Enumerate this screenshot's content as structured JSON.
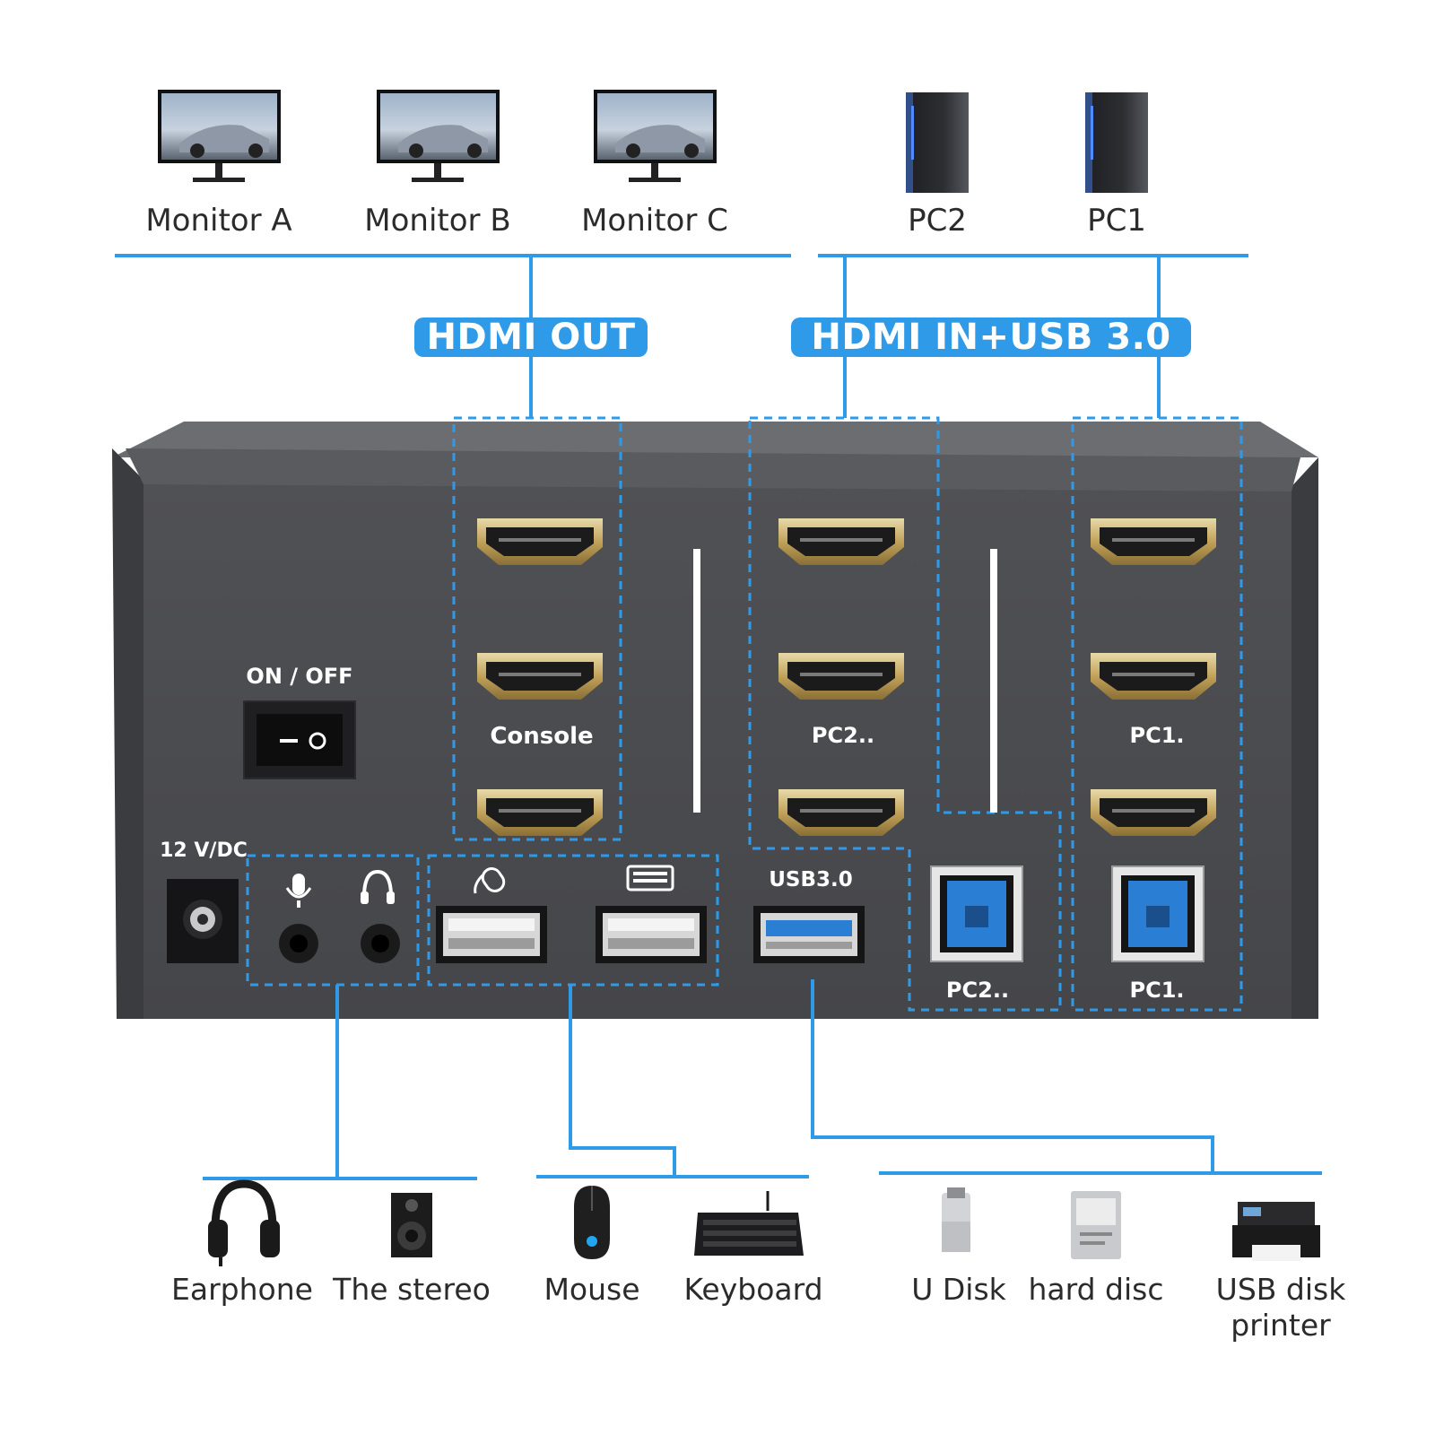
{
  "colors": {
    "accent": "#2f9be8",
    "panel": "#4a4b4f",
    "panel_dark": "#3c3d41",
    "port_blue": "#2a7fd4",
    "gold": "#c9a85a"
  },
  "top_devices": [
    {
      "label": "Monitor A",
      "icon": "monitor-icon"
    },
    {
      "label": "Monitor B",
      "icon": "monitor-icon"
    },
    {
      "label": "Monitor C",
      "icon": "monitor-icon"
    },
    {
      "label": "PC2",
      "icon": "pc-tower-icon"
    },
    {
      "label": "PC1",
      "icon": "pc-tower-icon"
    }
  ],
  "groups": {
    "hdmi_out": "HDMI OUT",
    "hdmi_in_usb": "HDMI IN+USB 3.0"
  },
  "panel": {
    "power_switch": "ON / OFF",
    "dc_input": "12 V/DC",
    "console": "Console",
    "pc2_hdmi": "PC2..",
    "pc1_hdmi": "PC1.",
    "usb3": "USB3.0",
    "pc2_usb": "PC2..",
    "pc1_usb": "PC1."
  },
  "bottom_devices": [
    {
      "label": "Earphone",
      "icon": "headphones-icon"
    },
    {
      "label": "The stereo",
      "icon": "speaker-icon"
    },
    {
      "label": "Mouse",
      "icon": "mouse-icon"
    },
    {
      "label": "Keyboard",
      "icon": "keyboard-icon"
    },
    {
      "label": "U Disk",
      "icon": "usb-drive-icon"
    },
    {
      "label": "hard disc",
      "icon": "hard-disk-icon"
    },
    {
      "label": "USB disk\nprinter",
      "icon": "printer-icon"
    }
  ]
}
